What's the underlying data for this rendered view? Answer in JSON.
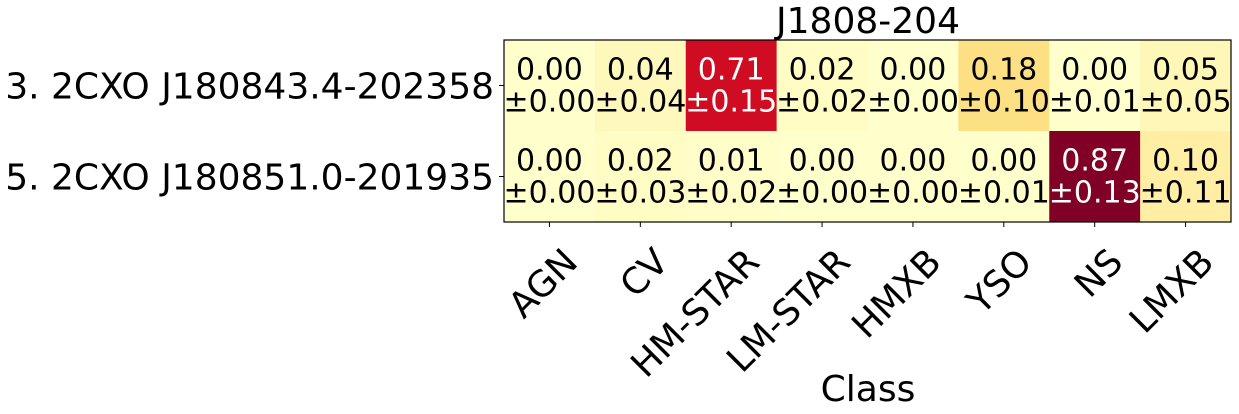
{
  "chart_data": {
    "type": "heatmap",
    "title": "J1808-204",
    "xlabel": "Class",
    "ylabel": "",
    "columns": [
      "AGN",
      "CV",
      "HM-STAR",
      "LM-STAR",
      "HMXB",
      "YSO",
      "NS",
      "LMXB"
    ],
    "rows": [
      "3. 2CXO J180843.4-202358",
      "5. 2CXO J180851.0-201935"
    ],
    "values": [
      [
        0.0,
        0.04,
        0.71,
        0.02,
        0.0,
        0.18,
        0.0,
        0.05
      ],
      [
        0.0,
        0.02,
        0.01,
        0.0,
        0.0,
        0.0,
        0.87,
        0.1
      ]
    ],
    "errors": [
      [
        0.0,
        0.04,
        0.15,
        0.02,
        0.0,
        0.1,
        0.01,
        0.05
      ],
      [
        0.0,
        0.03,
        0.02,
        0.0,
        0.0,
        0.01,
        0.13,
        0.11
      ]
    ],
    "value_labels": [
      [
        "0.00",
        "0.04",
        "0.71",
        "0.02",
        "0.00",
        "0.18",
        "0.00",
        "0.05"
      ],
      [
        "0.00",
        "0.02",
        "0.01",
        "0.00",
        "0.00",
        "0.00",
        "0.87",
        "0.10"
      ]
    ],
    "error_labels": [
      [
        "±0.00",
        "±0.04",
        "±0.15",
        "±0.02",
        "±0.00",
        "±0.10",
        "±0.01",
        "±0.05"
      ],
      [
        "±0.00",
        "±0.03",
        "±0.02",
        "±0.00",
        "±0.00",
        "±0.01",
        "±0.13",
        "±0.11"
      ]
    ],
    "colormap": "YlOrRd",
    "vmin": 0,
    "vmax": 0.87
  }
}
